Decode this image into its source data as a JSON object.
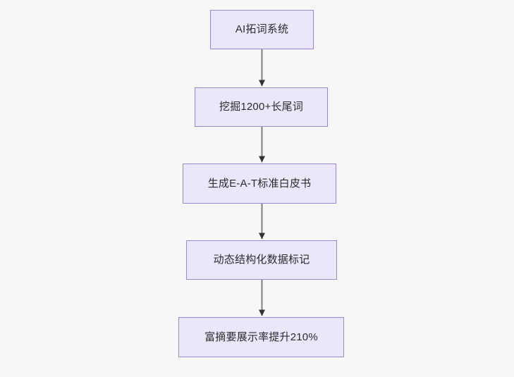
{
  "diagram": {
    "type": "flowchart",
    "direction": "top-down",
    "background_color": "#f7f7f8",
    "node_fill_color": "#eae7fb",
    "node_border_color": "#9f86d4",
    "node_text_color": "#2b2b2b",
    "edge_color": "#757575",
    "arrowhead_color": "#333333",
    "nodes": [
      {
        "id": "node-1",
        "label": "AI拓词系统"
      },
      {
        "id": "node-2",
        "label": "挖掘1200+长尾词"
      },
      {
        "id": "node-3",
        "label": "生成E-A-T标准白皮书"
      },
      {
        "id": "node-4",
        "label": "动态结构化数据标记"
      },
      {
        "id": "node-5",
        "label": "富摘要展示率提升210%"
      }
    ],
    "edges": [
      {
        "from": "node-1",
        "to": "node-2",
        "label": ""
      },
      {
        "from": "node-2",
        "to": "node-3",
        "label": ""
      },
      {
        "from": "node-3",
        "to": "node-4",
        "label": ""
      },
      {
        "from": "node-4",
        "to": "node-5",
        "label": ""
      }
    ]
  }
}
